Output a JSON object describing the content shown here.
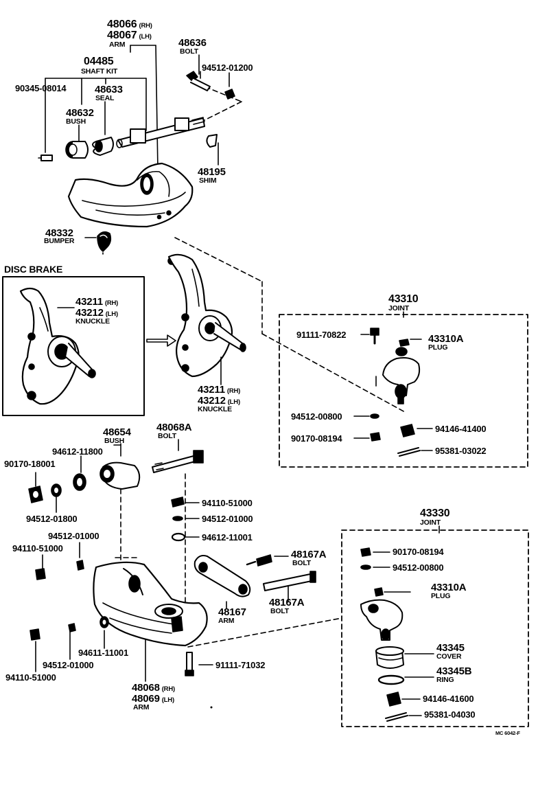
{
  "upper": {
    "arm": {
      "pn1": "48066",
      "sfx1": "(RH)",
      "pn2": "48067",
      "sfx2": "(LH)",
      "name": "ARM"
    },
    "shaft_kit": {
      "pn": "04485",
      "name": "SHAFT KIT"
    },
    "grease_fitting": {
      "pn": "90345-08014"
    },
    "seal": {
      "pn": "48633",
      "name": "SEAL"
    },
    "bush": {
      "pn": "48632",
      "name": "BUSH"
    },
    "bolt": {
      "pn": "48636",
      "name": "BOLT"
    },
    "washer": {
      "pn": "94512-01200"
    },
    "shim": {
      "pn": "48195",
      "name": "SHIM"
    },
    "bumper": {
      "pn": "48332",
      "name": "BUMPER"
    }
  },
  "disc_brake": {
    "title": "DISC BRAKE",
    "knuckle": {
      "pn1": "43211",
      "sfx1": "(RH)",
      "pn2": "43212",
      "sfx2": "(LH)",
      "name": "KNUCKLE"
    }
  },
  "knuckle": {
    "pn1": "43211",
    "sfx1": "(RH)",
    "pn2": "43212",
    "sfx2": "(LH)",
    "name": "KNUCKLE"
  },
  "upper_joint": {
    "pn": "43310",
    "name": "JOINT",
    "fitting": {
      "pn": "91111-70822"
    },
    "plug": {
      "pn": "43310A",
      "name": "PLUG"
    },
    "washer": {
      "pn": "94512-00800"
    },
    "nut": {
      "pn": "90170-08194"
    },
    "castle_nut": {
      "pn": "94146-41400"
    },
    "cotter": {
      "pn": "95381-03022"
    }
  },
  "lower": {
    "bush": {
      "pn": "48654",
      "name": "BUSH"
    },
    "bolt": {
      "pn": "48068A",
      "name": "BOLT"
    },
    "washer_front": {
      "pn": "94612-11800"
    },
    "nut_front": {
      "pn": "90170-18001"
    },
    "lock_washer_front": {
      "pn": "94512-01800"
    },
    "nut_a": {
      "pn": "94110-51000"
    },
    "lock_washer_a": {
      "pn": "94512-01000"
    },
    "washer_a": {
      "pn": "94612-11001"
    },
    "lock_washer_left": {
      "pn": "94512-01000"
    },
    "nut_left": {
      "pn": "94110-51000"
    },
    "strut_bolt_1": {
      "pn": "48167A",
      "name": "BOLT"
    },
    "strut_arm": {
      "pn": "48167",
      "name": "ARM"
    },
    "strut_bolt_2": {
      "pn": "48167A",
      "name": "BOLT"
    },
    "nut_bottom": {
      "pn": "94110-51000"
    },
    "lock_washer_bottom": {
      "pn": "94512-01000"
    },
    "washer_bottom": {
      "pn": "94611-11001"
    },
    "bolt_bottom": {
      "pn": "91111-71032"
    },
    "arm": {
      "pn1": "48068",
      "sfx1": "(RH)",
      "pn2": "48069",
      "sfx2": "(LH)",
      "name": "ARM"
    }
  },
  "lower_joint": {
    "pn": "43330",
    "name": "JOINT",
    "nut": {
      "pn": "90170-08194"
    },
    "washer": {
      "pn": "94512-00800"
    },
    "plug": {
      "pn": "43310A",
      "name": "PLUG"
    },
    "cover": {
      "pn": "43345",
      "name": "COVER"
    },
    "ring": {
      "pn": "43345B",
      "name": "RING"
    },
    "castle_nut": {
      "pn": "94146-41600"
    },
    "cotter": {
      "pn": "95381-04030"
    }
  },
  "footer_code": "MC 6042-F"
}
